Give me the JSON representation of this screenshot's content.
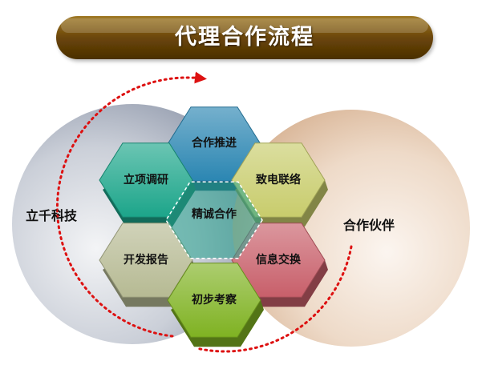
{
  "title": "代理合作流程",
  "left_party": "立千科技",
  "right_party": "合作伙伴",
  "center_label": "精诚合作",
  "steps": [
    {
      "label": "合作推进",
      "color": "#2b86b2"
    },
    {
      "label": "致电联络",
      "color": "#c8cc6c"
    },
    {
      "label": "信息交换",
      "color": "#c85f6a"
    },
    {
      "label": "初步考察",
      "color": "#7fb222"
    },
    {
      "label": "开发报告",
      "color": "#b6ba93"
    },
    {
      "label": "立项调研",
      "color": "#1ca58a"
    }
  ],
  "colors": {
    "title_bar": "#6b4608",
    "left_circle": "#8c95a8",
    "right_circle": "#dfbfa3",
    "center_hex": "#27a38e",
    "cycle_arrow": "#dd1111"
  }
}
